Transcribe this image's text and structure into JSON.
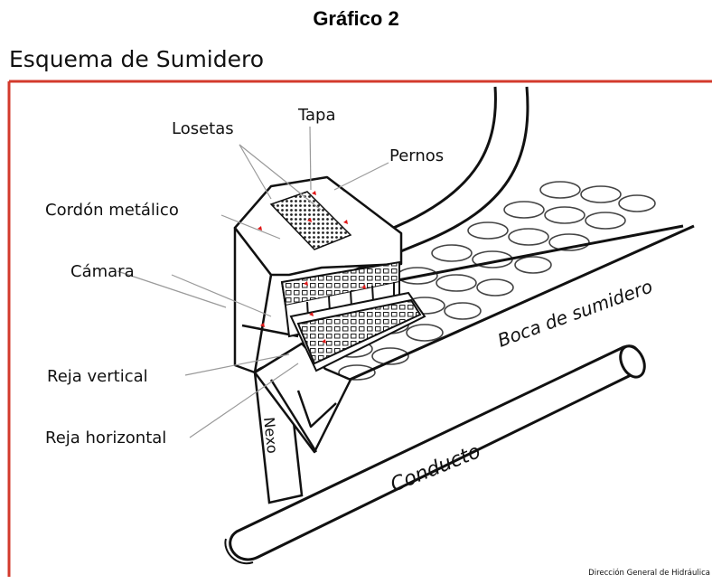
{
  "figure_title": "Gráfico 2",
  "diagram_title": "Esquema de Sumidero",
  "labels": {
    "tapa": "Tapa",
    "losetas": "Losetas",
    "pernos": "Pernos",
    "cordon_metalico": "Cordón metálico",
    "camara": "Cámara",
    "reja_vertical": "Reja vertical",
    "reja_horizontal": "Reja horizontal",
    "boca_de_sumidero": "Boca de sumidero",
    "nexo": "Nexo",
    "conducto": "Conducto"
  },
  "credit": "Dirección General de Hidráulica",
  "colors": {
    "frame": "#d33a2c",
    "marker": "#e01818",
    "line": "#111111",
    "leader": "#9a9a9a"
  }
}
